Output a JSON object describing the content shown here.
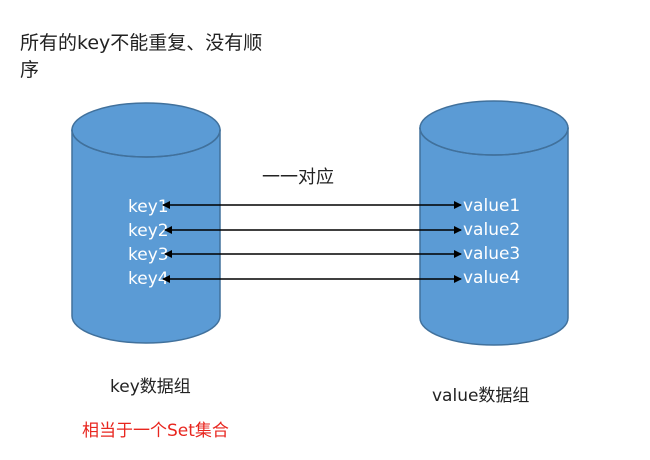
{
  "note": "所有的key不能重复、没有顺序",
  "relation_label": "一一对应",
  "left_group": {
    "keys": [
      "key1",
      "key2",
      "key3",
      "key4"
    ],
    "caption": "key数据组",
    "sub_caption": "相当于一个Set集合"
  },
  "right_group": {
    "values": [
      "value1",
      "value2",
      "value3",
      "value4"
    ],
    "caption": "value数据组"
  },
  "colors": {
    "cylinder_fill": "#5b9bd5",
    "cylinder_stroke": "#41719c",
    "item_text": "#ffffff",
    "arrow": "#000000",
    "sub_caption": "#e8261f"
  }
}
